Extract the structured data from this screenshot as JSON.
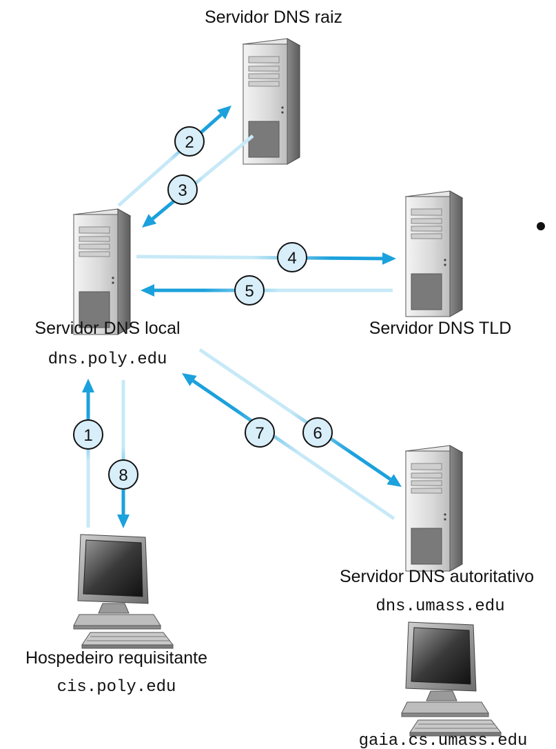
{
  "colors": {
    "arrow": "#1ba1dc",
    "arrow_faded": "#c7e9f7",
    "badge_fill": "#d8eef9",
    "badge_stroke": "#111111"
  },
  "nodes": {
    "root": {
      "label": "Servidor DNS raiz",
      "icon": "server-icon"
    },
    "local": {
      "label": "Servidor DNS local",
      "host": "dns.poly.edu",
      "icon": "server-icon"
    },
    "tld": {
      "label": "Servidor DNS TLD",
      "icon": "server-icon"
    },
    "authoritative": {
      "label": "Servidor DNS autoritativo",
      "host": "dns.umass.edu",
      "icon": "server-icon"
    },
    "requester": {
      "label": "Hospedeiro requisitante",
      "host": "cis.poly.edu",
      "icon": "computer-icon"
    },
    "target": {
      "host": "gaia.cs.umass.edu",
      "icon": "computer-icon"
    }
  },
  "steps": [
    "1",
    "2",
    "3",
    "4",
    "5",
    "6",
    "7",
    "8"
  ]
}
